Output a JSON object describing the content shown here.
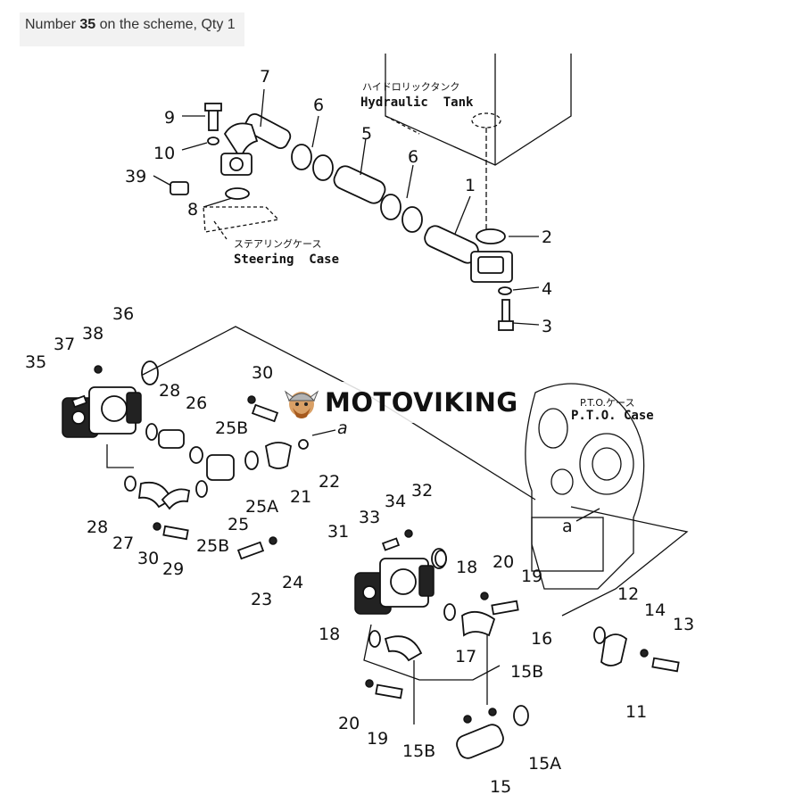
{
  "caption": {
    "prefix": "Number ",
    "number": "35",
    "suffix": " on the scheme, Qty 1"
  },
  "labels": {
    "hydraulic_tank_jp": "ハイドロリックタンク",
    "hydraulic_tank_en": "Hydraulic  Tank",
    "steering_case_jp": "ステアリングケース",
    "steering_case_en": "Steering  Case",
    "pto_case_jp": "P.T.O.ケース",
    "pto_case_en": "P.T.O. Case",
    "ref_a": "a"
  },
  "watermark": "MOTOVIKING",
  "callouts": [
    {
      "id": "7",
      "text": "7"
    },
    {
      "id": "6a",
      "text": "6"
    },
    {
      "id": "5",
      "text": "5"
    },
    {
      "id": "6b",
      "text": "6"
    },
    {
      "id": "1",
      "text": "1"
    },
    {
      "id": "2",
      "text": "2"
    },
    {
      "id": "4",
      "text": "4"
    },
    {
      "id": "3",
      "text": "3"
    },
    {
      "id": "9",
      "text": "9"
    },
    {
      "id": "10",
      "text": "10"
    },
    {
      "id": "39",
      "text": "39"
    },
    {
      "id": "8",
      "text": "8"
    },
    {
      "id": "36",
      "text": "36"
    },
    {
      "id": "37",
      "text": "37"
    },
    {
      "id": "38",
      "text": "38"
    },
    {
      "id": "35",
      "text": "35"
    },
    {
      "id": "28a",
      "text": "28"
    },
    {
      "id": "26",
      "text": "26"
    },
    {
      "id": "30a",
      "text": "30"
    },
    {
      "id": "25Ba",
      "text": "25B"
    },
    {
      "id": "25a",
      "text": "25"
    },
    {
      "id": "25A",
      "text": "25A"
    },
    {
      "id": "21",
      "text": "21"
    },
    {
      "id": "22",
      "text": "22"
    },
    {
      "id": "28b",
      "text": "28"
    },
    {
      "id": "27",
      "text": "27"
    },
    {
      "id": "30b",
      "text": "30"
    },
    {
      "id": "29",
      "text": "29"
    },
    {
      "id": "25Bb",
      "text": "25B"
    },
    {
      "id": "23",
      "text": "23"
    },
    {
      "id": "24",
      "text": "24"
    },
    {
      "id": "34",
      "text": "34"
    },
    {
      "id": "32",
      "text": "32"
    },
    {
      "id": "33",
      "text": "33"
    },
    {
      "id": "31",
      "text": "31"
    },
    {
      "id": "18a",
      "text": "18"
    },
    {
      "id": "20a",
      "text": "20"
    },
    {
      "id": "19a",
      "text": "19"
    },
    {
      "id": "16",
      "text": "16"
    },
    {
      "id": "18b",
      "text": "18"
    },
    {
      "id": "17",
      "text": "17"
    },
    {
      "id": "15Ba",
      "text": "15B"
    },
    {
      "id": "20b",
      "text": "20"
    },
    {
      "id": "19b",
      "text": "19"
    },
    {
      "id": "15Bb",
      "text": "15B"
    },
    {
      "id": "15",
      "text": "15"
    },
    {
      "id": "15A",
      "text": "15A"
    },
    {
      "id": "12",
      "text": "12"
    },
    {
      "id": "14",
      "text": "14"
    },
    {
      "id": "13",
      "text": "13"
    },
    {
      "id": "11",
      "text": "11"
    }
  ]
}
